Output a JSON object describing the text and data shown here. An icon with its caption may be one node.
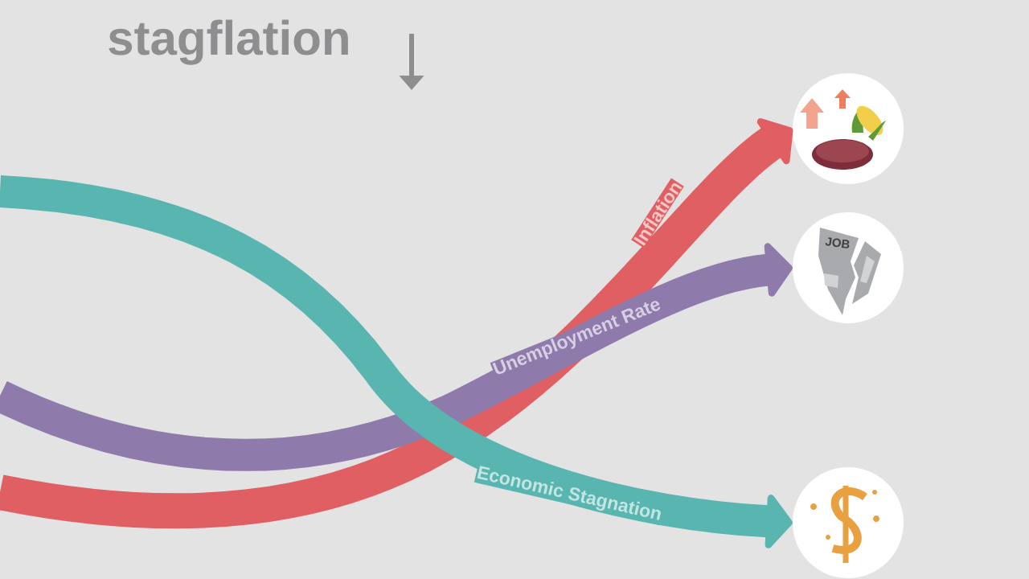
{
  "diagram": {
    "title": "stagflation",
    "nodes": [
      {
        "text": [],
        "shape": "picture"
      },
      {
        "text": [
          "JOB"
        ]
      },
      {
        "text": [],
        "shape": "picture"
      }
    ],
    "edges": [
      {
        "from": null,
        "to": 0,
        "arrow": "to",
        "label": "Inflation",
        "color": "#e05f62"
      },
      {
        "from": null,
        "to": 1,
        "arrow": "to",
        "label": "Unemployment Rate",
        "color": "#8e7aab"
      },
      {
        "from": null,
        "to": 2,
        "arrow": "to",
        "label": "Economic Stagnation",
        "color": "#58b5b0"
      }
    ]
  }
}
